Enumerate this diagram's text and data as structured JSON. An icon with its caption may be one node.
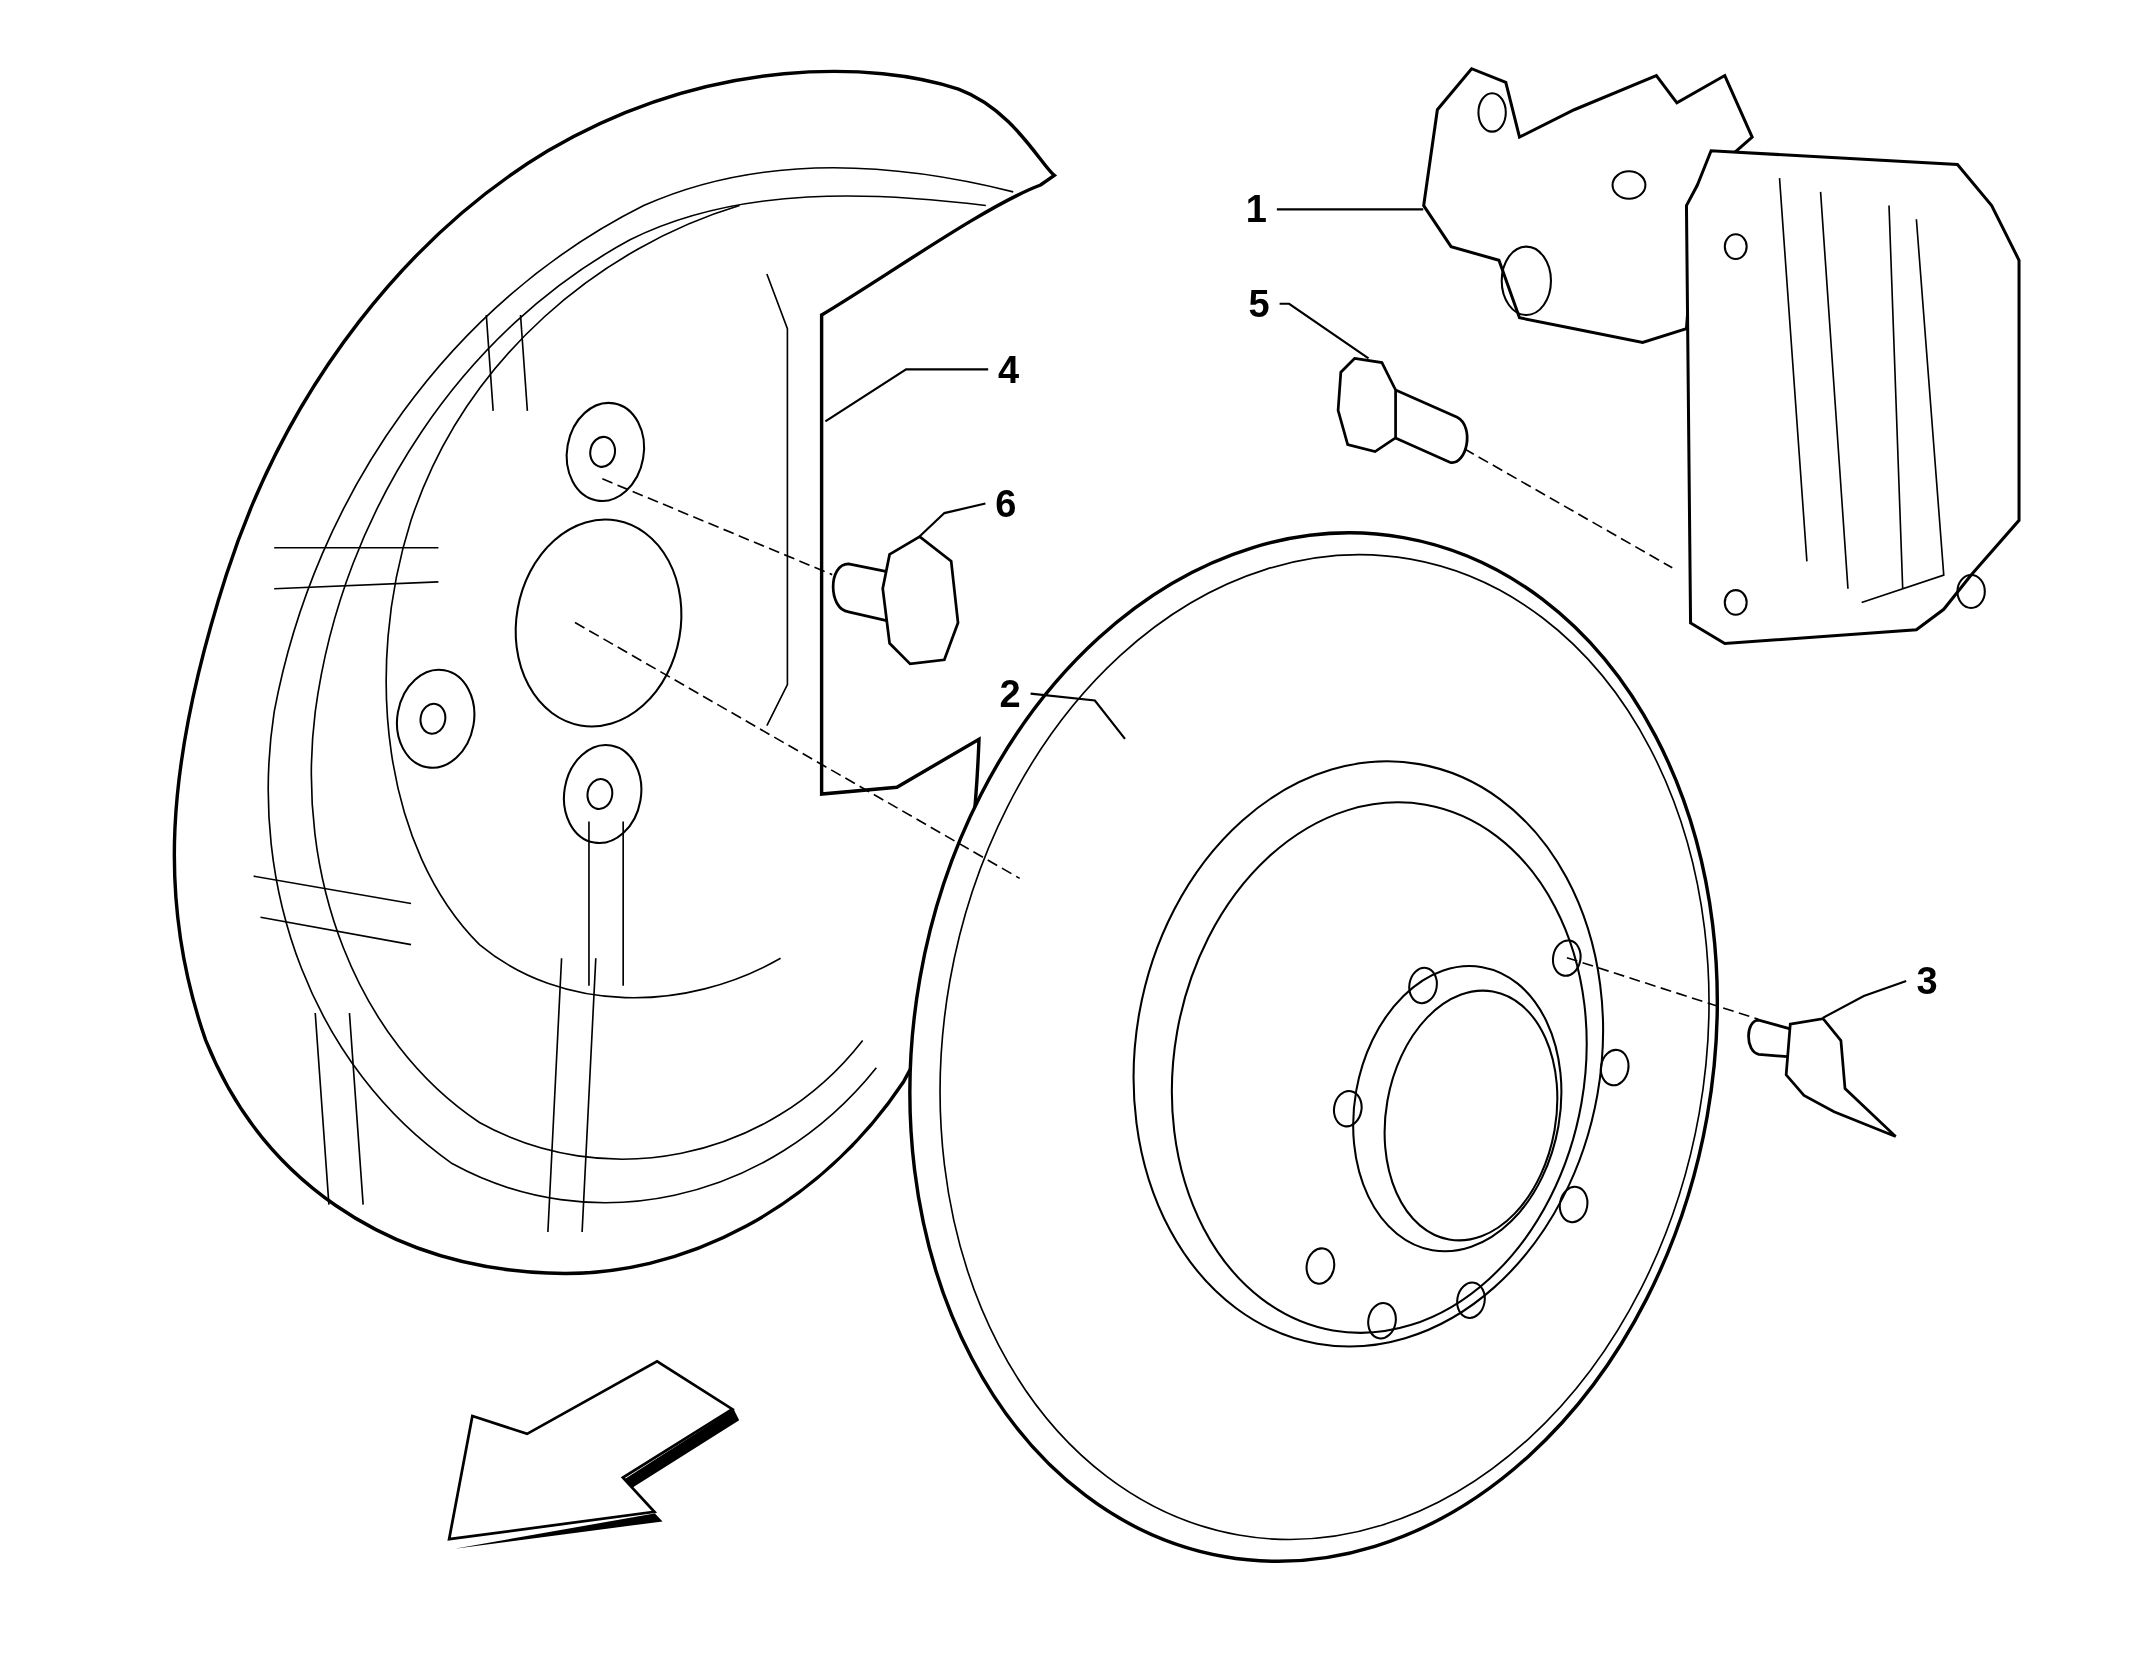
{
  "diagram": {
    "nodes": [
      {
        "text": [
          "1"
        ]
      },
      {
        "text": [
          "5"
        ]
      },
      {
        "text": [
          "4"
        ]
      },
      {
        "text": [
          "6"
        ]
      },
      {
        "text": [
          "2"
        ]
      },
      {
        "text": [
          "3"
        ]
      },
      {
        "text": [],
        "shape": "picture"
      },
      {
        "text": [],
        "shape": "picture"
      },
      {
        "text": [],
        "shape": "picture"
      },
      {
        "text": [],
        "shape": "picture"
      },
      {
        "text": [],
        "shape": "picture"
      },
      {
        "text": [],
        "shape": "picture"
      }
    ],
    "edges": [
      {
        "from": 0,
        "to": 6,
        "arrow": "none"
      },
      {
        "from": 1,
        "to": 7,
        "arrow": "none"
      },
      {
        "from": 2,
        "to": 8,
        "arrow": "none"
      },
      {
        "from": 3,
        "to": 9,
        "arrow": "none"
      },
      {
        "from": 4,
        "to": 10,
        "arrow": "none"
      },
      {
        "from": 5,
        "to": 11,
        "arrow": "none"
      },
      {
        "from": 8,
        "to": 9,
        "arrow": "none",
        "style": "dashed"
      },
      {
        "from": 8,
        "to": 10,
        "arrow": "none",
        "style": "dashed"
      },
      {
        "from": 7,
        "to": 6,
        "arrow": "none",
        "style": "dashed"
      },
      {
        "from": 10,
        "to": 11,
        "arrow": "none",
        "style": "dashed"
      }
    ]
  }
}
